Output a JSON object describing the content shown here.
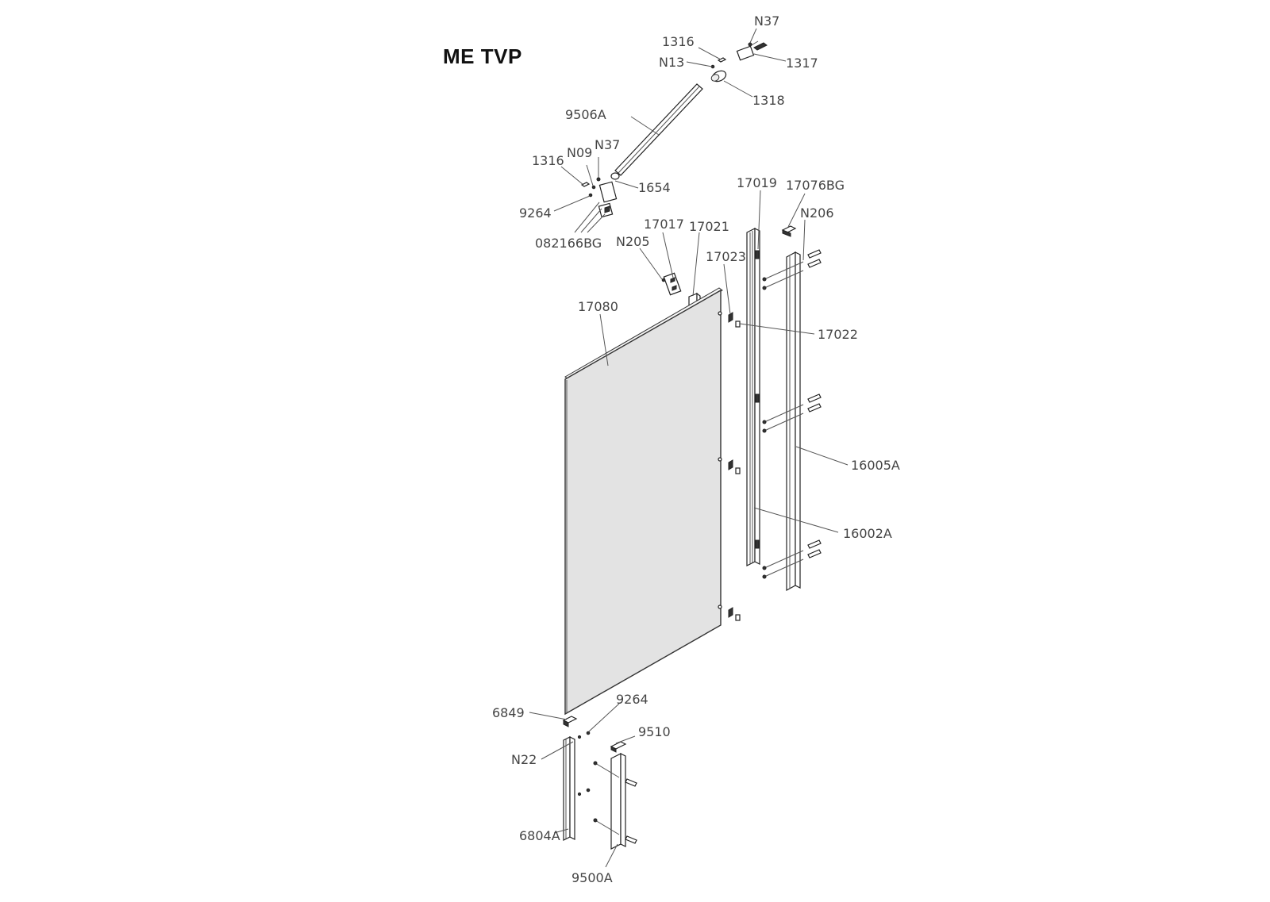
{
  "title": "ME TVP",
  "labels": {
    "n37_top": "N37",
    "l1316_top": "1316",
    "l1317": "1317",
    "n13": "N13",
    "l1318": "1318",
    "l9506a": "9506A",
    "n37_mid": "N37",
    "n09": "N09",
    "l1316_mid": "1316",
    "l1654": "1654",
    "l9264_top": "9264",
    "l082166bg": "082166BG",
    "l17019": "17019",
    "l17076bg": "17076BG",
    "n206": "N206",
    "l17017": "17017",
    "l17021": "17021",
    "n205": "N205",
    "l17023": "17023",
    "l17080": "17080",
    "l17022": "17022",
    "l16005a": "16005A",
    "l16002a": "16002A",
    "l6849": "6849",
    "l9264_bot": "9264",
    "l9510": "9510",
    "n22": "N22",
    "l6804a": "6804A",
    "l9500a": "9500A"
  }
}
